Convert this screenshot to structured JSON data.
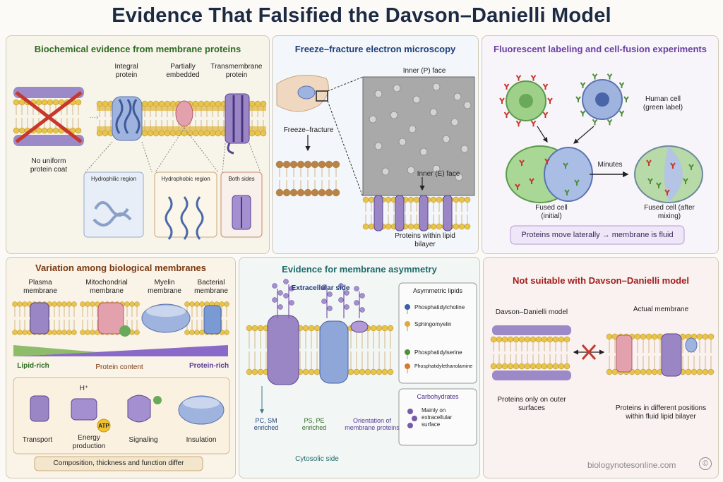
{
  "title": "Evidence That Falsified the Davson–Danielli Model",
  "p1": {
    "title": "Biochemical evidence from membrane proteins",
    "no_coat": "No uniform protein coat",
    "integral": "Integral protein",
    "partial": "Partially embedded",
    "transmembrane": "Transmembrane protein",
    "box1": "Hydrophilic region",
    "box2": "Hydrophobic region",
    "box3": "Both sides"
  },
  "p2": {
    "title": "Freeze–fracture electron microscopy",
    "inner_p": "Inner (P) face",
    "freeze": "Freeze–fracture",
    "inner_e": "Inner (E) face",
    "proteins": "Proteins within lipid bilayer"
  },
  "p3": {
    "title": "Fluorescent labeling and cell-fusion experiments",
    "human": "Human cell (green label)",
    "minutes": "Minutes",
    "fused_initial": "Fused cell (initial)",
    "fused_after": "Fused cell (after mixing)",
    "conclusion": "Proteins move laterally → membrane is fluid"
  },
  "p4": {
    "title": "Variation among biological membranes",
    "plasma": "Plasma membrane",
    "mito": "Mitochondrial membrane",
    "myelin": "Myelin membrane",
    "bacterial": "Bacterial membrane",
    "lipid_rich": "Lipid-rich",
    "protein_content": "Protein content",
    "protein_rich": "Protein-rich",
    "transport": "Transport",
    "h_plus": "H⁺",
    "energy": "Energy production",
    "atp": "ATP",
    "signaling": "Signaling",
    "insulation": "Insulation",
    "summary": "Composition, thickness and function differ"
  },
  "p5": {
    "title": "Evidence for membrane asymmetry",
    "extracellular": "Extracellular side",
    "legend_title": "Asymmetric lipids",
    "legend": [
      "Phosphatidylcholine",
      "Sphingomyelin",
      "Phosphatidylserine",
      "Phosphatidylethanolamine"
    ],
    "legend_colors": [
      "#3b5fa8",
      "#e0a93a",
      "#4e8f3a",
      "#d9782a"
    ],
    "carb_title": "Carbohydrates",
    "carb_text": "Mainly on extracellular surface",
    "pc_sm": "PC, SM enriched",
    "ps_pe": "PS, PE enriched",
    "orientation": "Orientation of membrane proteins",
    "cytosolic": "Cytosolic side"
  },
  "p6": {
    "title": "Not suitable with Davson–Danielli model",
    "dd_model": "Davson–Danielli model",
    "actual": "Actual membrane",
    "dd_caption": "Proteins only on outer surfaces",
    "actual_caption": "Proteins in different positions within fluid lipid bilayer"
  },
  "watermark": "biologynotesonline.com",
  "colors": {
    "title": "#1d2a44",
    "p1_title": "#2f6b24",
    "p2_title": "#1f3f7a",
    "p3_title": "#6a3fa0",
    "p4_title": "#7a3a12",
    "p5_title": "#1f6b6b",
    "p6_title": "#a01d1d"
  }
}
